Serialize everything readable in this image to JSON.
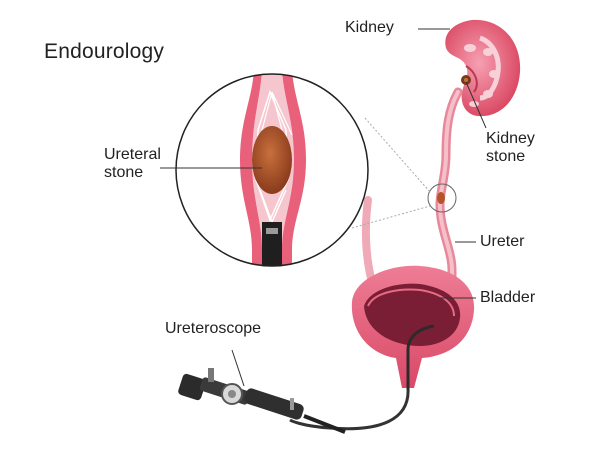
{
  "diagram": {
    "title": "Endourology",
    "labels": {
      "kidney": "Kidney",
      "kidney_stone": "Kidney\nstone",
      "ureteral_stone": "Ureteral\nstone",
      "ureter": "Ureter",
      "bladder": "Bladder",
      "ureteroscope": "Ureteroscope"
    },
    "colors": {
      "tissue_pink": "#e8607a",
      "tissue_light": "#f4b4bf",
      "stone_brown": "#b5542a",
      "scope_dark": "#2b2b2b",
      "label_text": "#222222"
    }
  }
}
